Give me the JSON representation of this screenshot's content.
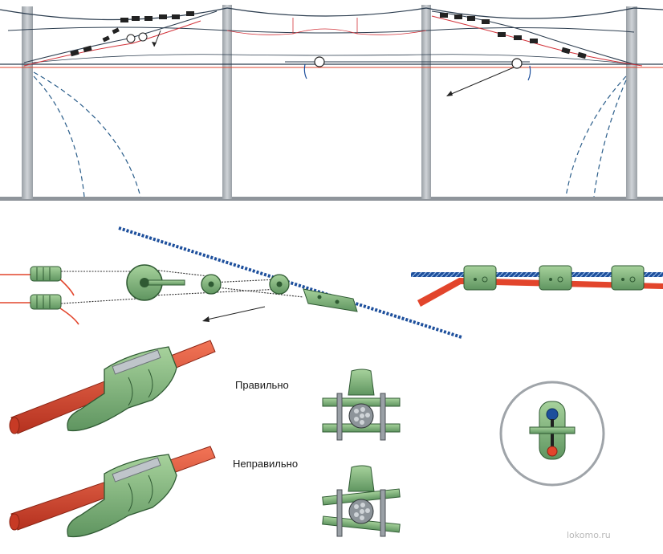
{
  "labels": {
    "correct": "Правильно",
    "incorrect": "Неправильно"
  },
  "watermark": "lokomo.ru",
  "colors": {
    "pole": "#b9bec4",
    "ground": "#8f959b",
    "wire": "#2c3d4f",
    "contact_wire": "#e2452c",
    "cable": "#1d4f9c",
    "fitting_green": "#7fb27a",
    "fitting_dark": "#2f5a33",
    "dashed": "#2a5d8a"
  },
  "icons": [
    "tensioning-pulley-icon",
    "wire-clamp-icon",
    "insulator-icon",
    "cross-section-icon"
  ]
}
